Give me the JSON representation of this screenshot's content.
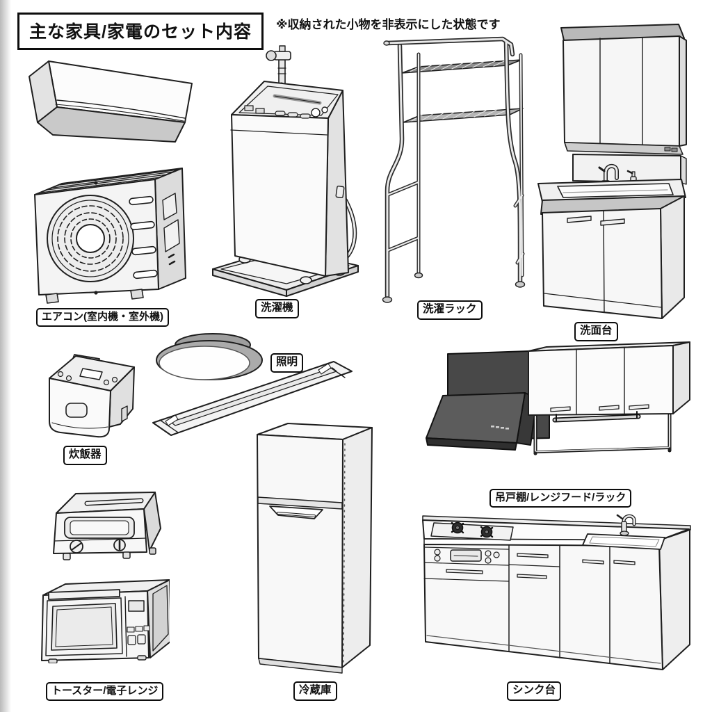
{
  "header": {
    "title": "主な家具/家電のセット内容",
    "note": "※収納された小物を非表示にした状態です"
  },
  "items": [
    {
      "id": "aircon",
      "label": "エアコン(室内機・室外機)"
    },
    {
      "id": "washer",
      "label": "洗濯機"
    },
    {
      "id": "laundry-rack",
      "label": "洗濯ラック"
    },
    {
      "id": "vanity",
      "label": "洗面台"
    },
    {
      "id": "rice-cooker",
      "label": "炊飯器"
    },
    {
      "id": "lighting",
      "label": "照明"
    },
    {
      "id": "hanging-cupboard",
      "label": "吊戸棚/レンジフード/ラック"
    },
    {
      "id": "toaster-microwave",
      "label": "トースター/電子レンジ"
    },
    {
      "id": "fridge",
      "label": "冷蔵庫"
    },
    {
      "id": "sink-unit",
      "label": "シンク台"
    }
  ],
  "colors": {
    "outline": "#1e1e1e",
    "paper": "#ffffff",
    "fill_white": "#fafafa",
    "fill_light": "#efefef",
    "fill_mid": "#dedede",
    "fill_shadow": "#c6c6c6",
    "hood_dark": "#4a4a4a",
    "hood_slope": "#5c5c5c",
    "label_border": "#0d0d0d"
  }
}
